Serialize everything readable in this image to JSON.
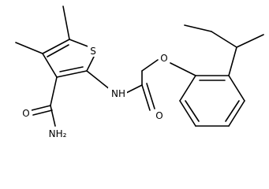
{
  "molecule": {
    "atom_labels": {
      "sulfur": "S",
      "amide_nitrogen": "NH",
      "ether_oxygen": "O",
      "carbonyl_oxygen": "O",
      "primary_amide_oxygen": "O",
      "primary_amide_nitrogen": "NH₂"
    }
  },
  "colors": {
    "bond": "#000000",
    "background": "#ffffff"
  }
}
